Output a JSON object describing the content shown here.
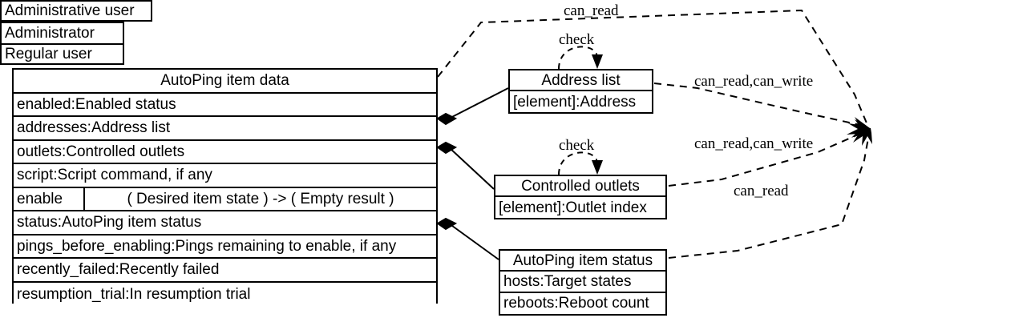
{
  "diagram": {
    "type": "uml-class-diagram",
    "title": "AutoPing item data structure and access rights"
  },
  "boxes": {
    "main": {
      "title": "AutoPing item data",
      "rows": [
        "enabled:Enabled status",
        "addresses:Address list",
        "outlets:Controlled outlets",
        "script:Script command, if any"
      ],
      "method": {
        "name": "enable",
        "signature": "(  Desired item state )   -> (  Empty result )"
      },
      "rows2": [
        "status:AutoPing item status",
        "pings_before_enabling:Pings remaining to enable, if any",
        "recently_failed:Recently failed",
        "resumption_trial:In resumption trial"
      ]
    },
    "address_list": {
      "title": "Address list",
      "rows": [
        "[element]:Address"
      ]
    },
    "controlled_outlets": {
      "title": "Controlled outlets",
      "rows": [
        "[element]:Outlet index"
      ]
    },
    "item_status": {
      "title": "AutoPing item status",
      "rows": [
        "hosts:Target states",
        "reboots:Reboot count"
      ]
    },
    "users": {
      "title": "Administrative user",
      "rows": [
        "Administrator",
        "Regular user"
      ]
    }
  },
  "edge_labels": {
    "can_read_top": "can_read",
    "check_top": "check",
    "check_mid": "check",
    "can_read_can_write_top": "can_read,can_write",
    "can_read_can_write_mid": "can_read,can_write",
    "can_read_bottom": "can_read"
  },
  "colors": {
    "stroke": "#000000",
    "background": "#ffffff",
    "text": "#000000"
  }
}
